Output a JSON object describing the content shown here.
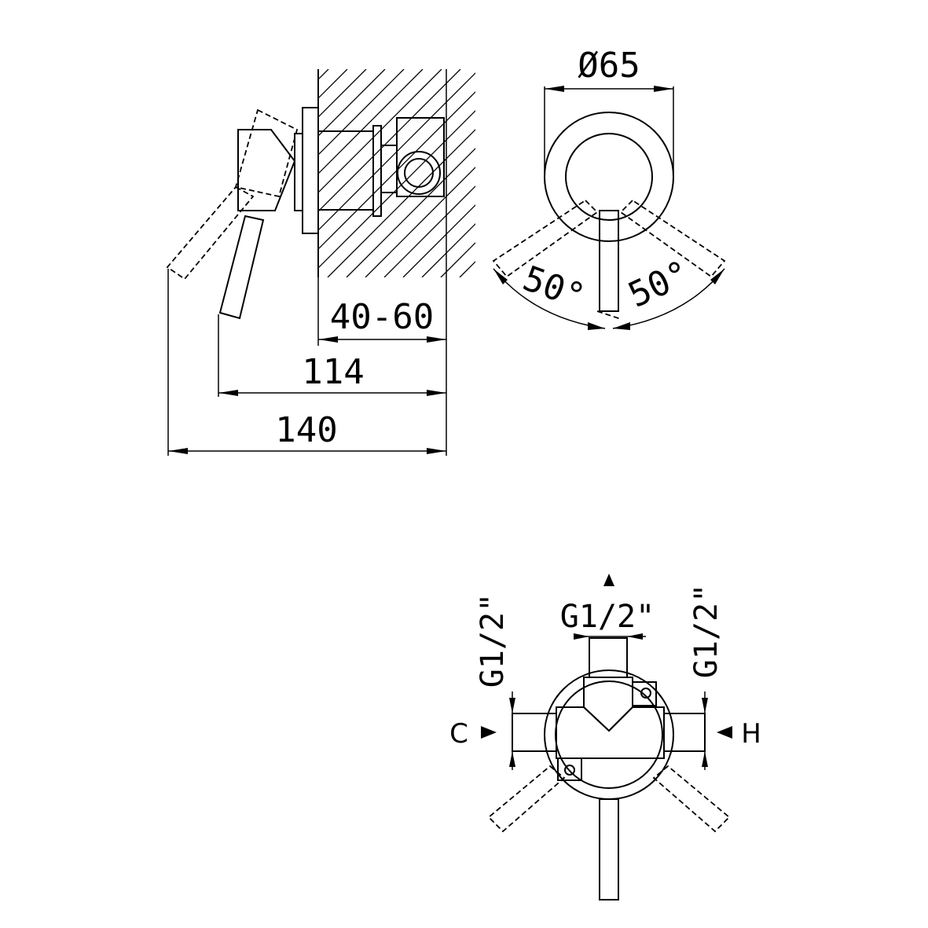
{
  "drawing": {
    "side_view": {
      "dim_wall": "40-60",
      "dim_mid": "114",
      "dim_total": "140"
    },
    "front_view": {
      "dim_diameter": "Ø65",
      "angle_left": "50°",
      "angle_right": "50°"
    },
    "connection_view": {
      "port_top": "G1/2\"",
      "port_left": "G1/2\"",
      "port_right": "G1/2\"",
      "label_cold": "C",
      "label_hot": "H"
    }
  }
}
